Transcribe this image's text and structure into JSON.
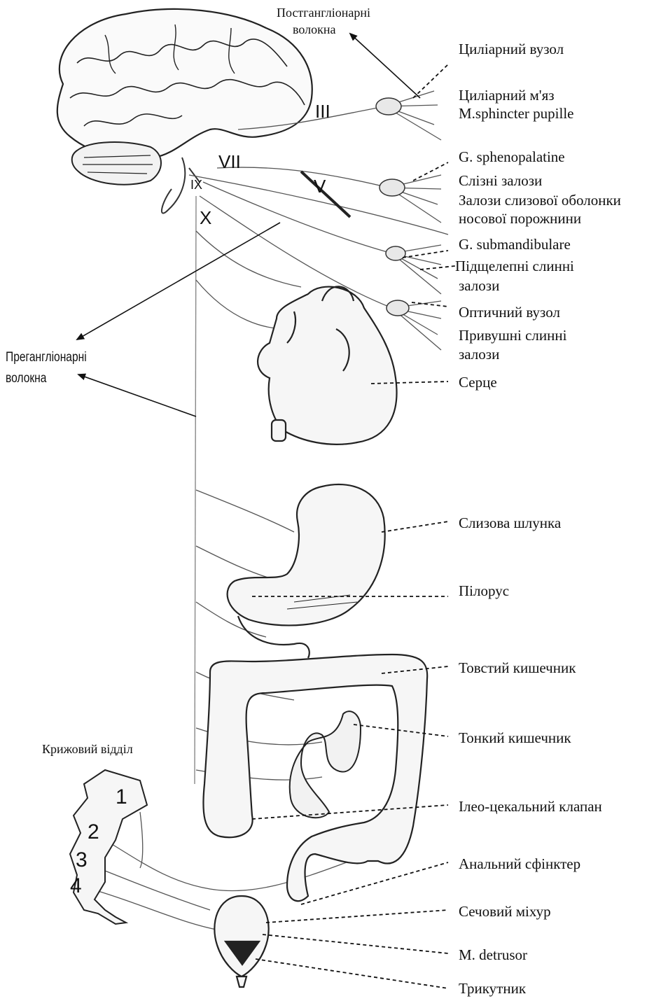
{
  "fiber_labels": {
    "postganglionic": [
      "Постгангліонарні",
      "волокна"
    ],
    "preganglionic": [
      "Прегангліонарні",
      "волокна"
    ],
    "sacral": "Крижовий відділ"
  },
  "nerves": [
    "III",
    "VII",
    "IX",
    "V",
    "X"
  ],
  "sacral_segments": [
    "1",
    "2",
    "3",
    "4"
  ],
  "targets": [
    "Циліарний вузол",
    "Циліарний м'яз",
    "M.sphincter pupille",
    "G. sphenopalatine",
    "Слізні залози",
    "Залози слизової оболонки",
    "носової порожнини",
    "G. submandibulare",
    "Підщелепні слинні",
    "залози",
    "Оптичний вузол",
    "Привушні слинні",
    "залози",
    "Серце",
    "Слизова шлунка",
    "Пілорус",
    "Товстий кишечник",
    "Тонкий кишечник",
    "Ілео-цекальний клапан",
    "Анальний сфінктер",
    "Сечовий міхур",
    "M. detrusor",
    "Трикутник"
  ],
  "colors": {
    "ink": "#111111",
    "line": "#555555",
    "organ_fill": "#f4f4f4"
  }
}
